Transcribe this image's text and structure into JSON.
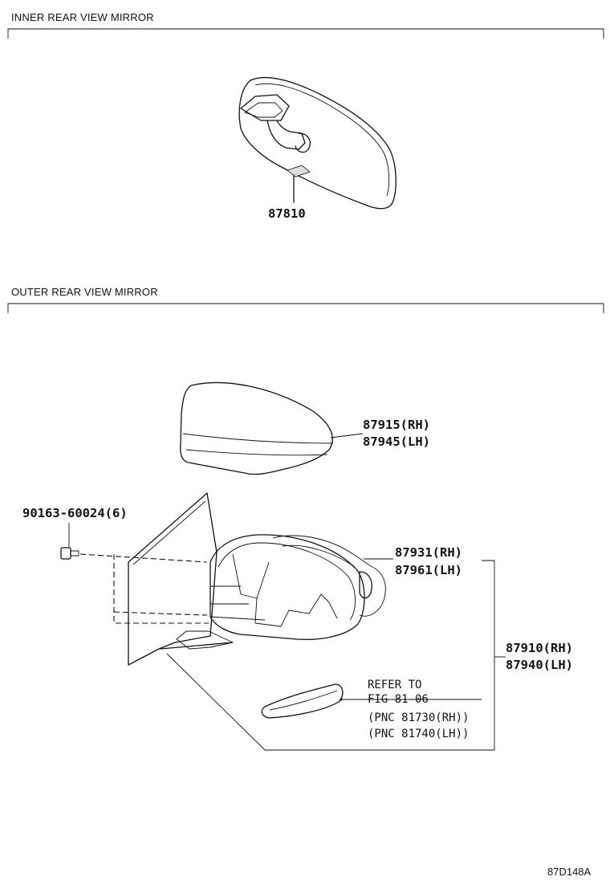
{
  "sections": {
    "inner_title": "INNER REAR VIEW MIRROR",
    "outer_title": "OUTER REAR VIEW MIRROR"
  },
  "parts": {
    "inner_mirror": "87810",
    "cover_rh": "87915(RH)",
    "cover_lh": "87945(LH)",
    "screw": "90163-60024(6)",
    "housing_rh": "87931(RH)",
    "housing_lh": "87961(LH)",
    "assembly_rh": "87910(RH)",
    "assembly_lh": "87940(LH)"
  },
  "reference": {
    "line1": "REFER TO",
    "line2": "FIG 81-06",
    "line3": "(PNC 81730(RH))",
    "line4": "(PNC 81740(LH))"
  },
  "figure_code": "87D148A"
}
